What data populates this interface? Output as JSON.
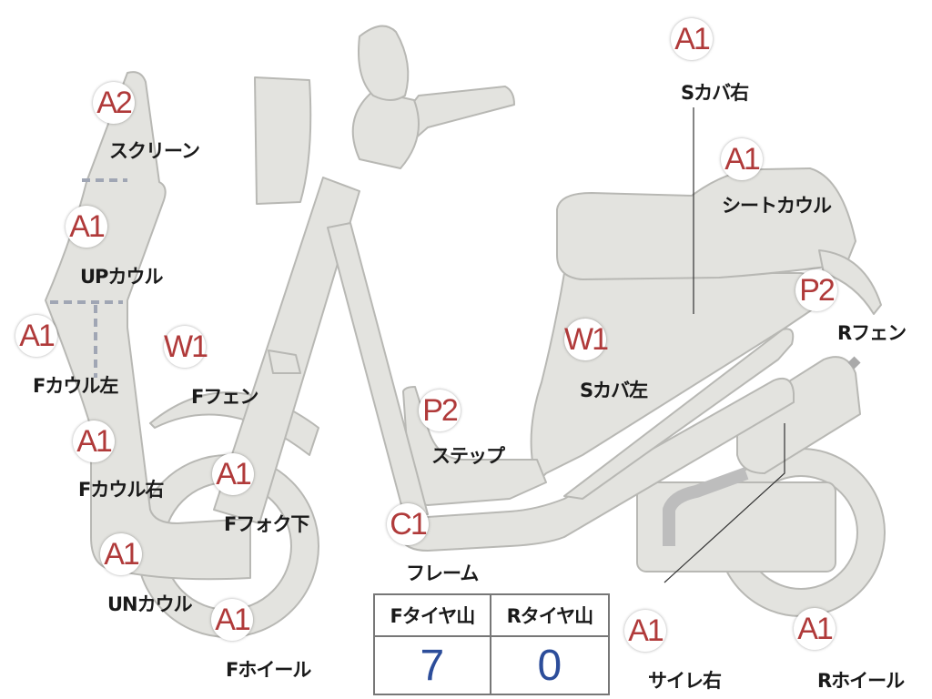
{
  "colors": {
    "part_fill": "#e3e3df",
    "part_stroke": "#b8b8b4",
    "badge_text": "#b03a3a",
    "table_value": "#2c4d9a"
  },
  "parts": [
    {
      "id": "s-cover-right",
      "grade": "A1",
      "label": "Sカバ右"
    },
    {
      "id": "screen",
      "grade": "A2",
      "label": "スクリーン"
    },
    {
      "id": "seat-cowl",
      "grade": "A1",
      "label": "シートカウル"
    },
    {
      "id": "up-cowl",
      "grade": "A1",
      "label": "UPカウル"
    },
    {
      "id": "r-fender",
      "grade": "P2",
      "label": "Rフェン"
    },
    {
      "id": "f-cowl-left",
      "grade": "A1",
      "label": "Fカウル左"
    },
    {
      "id": "f-fender",
      "grade": "W1",
      "label": "Fフェン"
    },
    {
      "id": "s-cover-left",
      "grade": "W1",
      "label": "Sカバ左"
    },
    {
      "id": "step",
      "grade": "P2",
      "label": "ステップ"
    },
    {
      "id": "f-cowl-right",
      "grade": "A1",
      "label": "Fカウル右"
    },
    {
      "id": "f-fork-lower",
      "grade": "A1",
      "label": "Fフォク下"
    },
    {
      "id": "frame",
      "grade": "C1",
      "label": "フレーム"
    },
    {
      "id": "un-cowl",
      "grade": "A1",
      "label": "UNカウル"
    },
    {
      "id": "f-wheel",
      "grade": "A1",
      "label": "Fホイール"
    },
    {
      "id": "muffler-right",
      "grade": "A1",
      "label": "サイレ右"
    },
    {
      "id": "r-wheel",
      "grade": "A1",
      "label": "Rホイール"
    }
  ],
  "tire_table": {
    "headers": [
      "Fタイヤ山",
      "Rタイヤ山"
    ],
    "values": [
      "7",
      "0"
    ]
  }
}
